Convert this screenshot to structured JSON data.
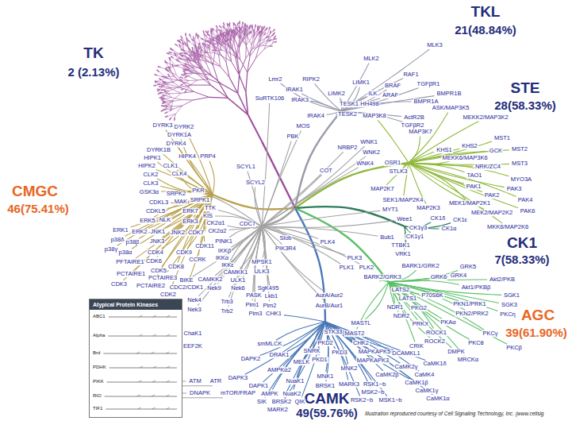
{
  "diagram": {
    "nodes": [
      {
        "text": [
          "Atypical Protein Kinases",
          "ABC1",
          "Alpha",
          "Brd",
          "PDHK",
          "PIKK",
          "RIO",
          "TIF1"
        ]
      }
    ],
    "labels": [
      "TK",
      "2 (2.13%)",
      "TKL",
      "21(48.84%)",
      "STE",
      "28(58.33%)",
      "CK1",
      "7(58.33%)",
      "AGC",
      "39(61.90%)",
      "CMGC",
      "46(75.41%)",
      "CAMK",
      "49(59.76%)",
      "MLK3",
      "MLK2",
      "RAF1",
      "LIMK1",
      "BRAF",
      "TGFβR1",
      "BMPR1B",
      "ILK",
      "ARAF",
      "LIMK2",
      "BMPR1A",
      "HH498",
      "TESK1",
      "TESK2",
      "ActR2B",
      "TGFβR2",
      "Lmr2",
      "RIPK2",
      "IRAK1",
      "IRAK3",
      "IRAK4",
      "SuRTK106",
      "MOS",
      "PBK",
      "COT",
      "NRBP2",
      "WNK1",
      "WNK2",
      "WNK4",
      "SCYL1",
      "SCYL2",
      "PKR",
      "TTK",
      "KIS",
      "CK2α1",
      "CK2α2",
      "CDC7",
      "Slob",
      "PIK3R4",
      "PINK1",
      "IKKβ",
      "IKKα",
      "IKKε",
      "MPSK1",
      "CAMKK1",
      "ULK3",
      "BIKE",
      "CAMKK2",
      "ULK1",
      "Nek9",
      "Nek6",
      "SgK495",
      "Nek4",
      "Nek3",
      "Trb3",
      "Trb2",
      "PASK",
      "Lkb1",
      "Pim1",
      "Pim2",
      "Pim3",
      "Bub1",
      "PLK4",
      "PLK3",
      "PLK1",
      "PLK2",
      "AurA/Aur2",
      "AurB/Aur1",
      "MYT1",
      "Wee1",
      "ASK/MAP3K5",
      "MEKK2/MAP3K2",
      "MAP3K7",
      "MAP3K8",
      "KHS1",
      "KHS2",
      "MST1",
      "GCK",
      "MST2",
      "MEKK6/MAP3K6",
      "NRK/ZC4",
      "MST3",
      "TAO1",
      "MYO3A",
      "OSR1",
      "STLK3",
      "PAK1",
      "PAK3",
      "PAK2",
      "PAK4",
      "PAK6",
      "MAP2K7",
      "SEK1/MAP2K4",
      "MEK1/MAP2K1",
      "MAP2K3",
      "MEK2/MAP2K2",
      "MKK6/MAP2K6",
      "CK1δ",
      "CK1ε",
      "CK1γ3",
      "CK1α",
      "CK1γ1",
      "TTBK1",
      "VRK1",
      "BARK1/GRK2",
      "GRK5",
      "BARK2/GRK3",
      "GRK6",
      "GRK4",
      "Akt2/PKB",
      "Akt1/PKBβ",
      "LATS2",
      "P70S6K",
      "SGK1",
      "LATS1",
      "PKN1/PRK1",
      "SGK3",
      "NDR1",
      "PKG2",
      "PKN2/PRK2",
      "PKCη",
      "NDR2",
      "PRKX",
      "PKAα",
      "MASTL",
      "MAST2",
      "ROCK1",
      "PKCγ",
      "ROCK2",
      "PKCθ",
      "CRIK",
      "PKCβ",
      "DMPK",
      "MRCKα",
      "CHK1",
      "STK33",
      "PKD2",
      "CHK2",
      "smMLCK",
      "SNRK",
      "PKD3",
      "MAPKAPK5",
      "DCAMKL1",
      "DRAK1",
      "DAPK2",
      "PKD1",
      "MELK",
      "MAPKAPK3",
      "CaMK1δ",
      "MNK2",
      "CaMK2γ",
      "AMPKα2",
      "MNK1",
      "CaMK2β",
      "CaMK4",
      "DAPK3",
      "NuaK1",
      "CaMK1β",
      "RSK1~b",
      "MARK3",
      "BRSK1",
      "DAPK1",
      "CaMK1γ",
      "MSK2~b",
      "AMPK",
      "NuaK2",
      "CaMK1α",
      "RSK2~b",
      "MSK1~b",
      "SIK",
      "BRSK2",
      "QIK",
      "MARK2",
      "DYRK3",
      "DYRK2",
      "DYRK1A",
      "DYRK4",
      "DYRK1B",
      "HIPK1",
      "HIPK4",
      "PRP4",
      "HIPK2",
      "CLK1",
      "CLK2",
      "CLK4",
      "CLK3",
      "SRPK2",
      "GSK3α",
      "SRPK1",
      "MAK",
      "CDKL3",
      "CDKL5",
      "ERK7",
      "ERK5",
      "NLK",
      "ERK3",
      "ERK1",
      "ERK2",
      "JNK1",
      "JNK2",
      "CDK7",
      "p38δ",
      "p38β",
      "JNK3",
      "CDK11",
      "p38γ",
      "p38α",
      "CDK4",
      "CDK9",
      "CCRK",
      "CDK6",
      "PFTAIRE1",
      "CDK8",
      "CDK5",
      "PCTAIRE1",
      "PCTAIRE3",
      "CDK3",
      "PCTAIRE2",
      "CDC2/CDK1",
      "CDK2",
      "ChaK1",
      "EEF2K",
      "ATM",
      "ATR",
      "DNAPK",
      "mTOR/FRAP",
      "Illustration reproduced courtesy of Cell Signaling Technology, Inc. (www.cellsig"
    ]
  }
}
